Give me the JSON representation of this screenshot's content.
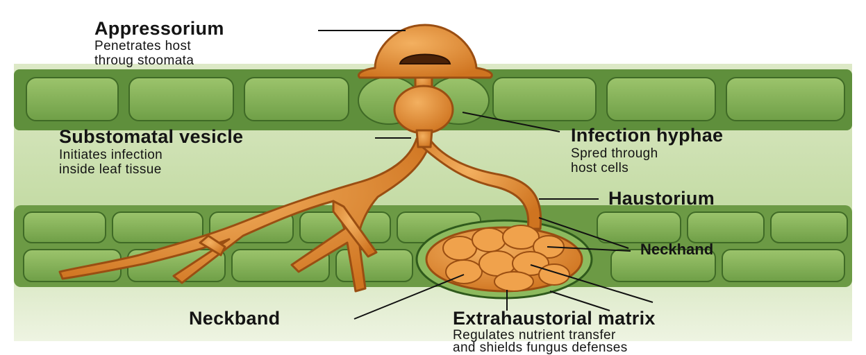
{
  "labels": {
    "appressorium": {
      "title": "Appressorium",
      "desc_line1": "Penetrates host",
      "desc_line2": "throug stoomata"
    },
    "substomatal_vesicle": {
      "title": "Substomatal vesicle",
      "desc_line1": "Initiates infection",
      "desc_line2": "inside leaf tissue"
    },
    "infection_hyphae": {
      "title": "Infection hyphae",
      "desc_line1": "Spred through",
      "desc_line2": "host cells"
    },
    "haustorium": {
      "title": "Haustorium"
    },
    "neckhand": {
      "title": "Neckhand"
    },
    "neckband": {
      "title": "Neckband"
    },
    "extrahaustorial_matrix": {
      "title": "Extrahaustorial matrix",
      "desc_line1": "Regulates nutrient transfer",
      "desc_line2": "and shields fungus defenses"
    }
  },
  "colors": {
    "fungus": "#d9822b",
    "fungus_outline": "#9a4e12",
    "leaf_cell": "#7fb055",
    "leaf_cell_dark": "#4f7f34",
    "leaf_background": "#b9d494",
    "leader_line": "#111111"
  }
}
